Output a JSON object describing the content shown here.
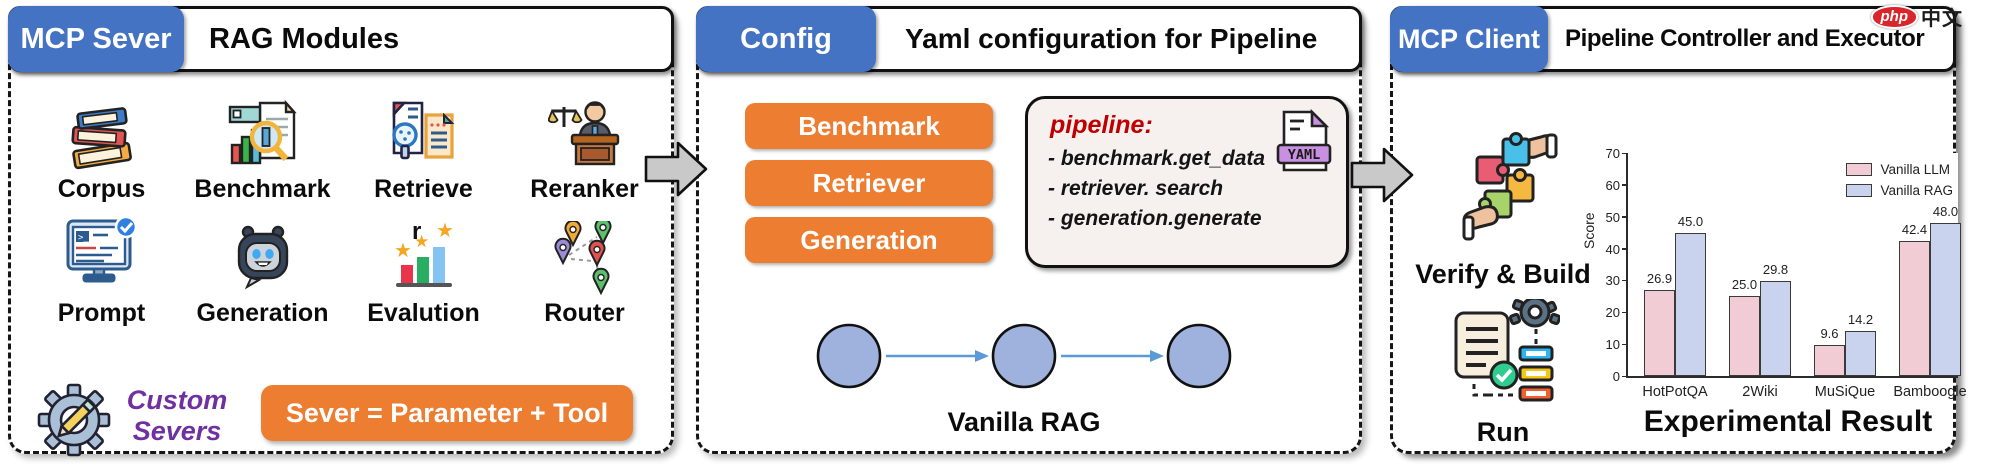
{
  "watermark": {
    "logo_text": "php",
    "cn_text": "中文"
  },
  "colors": {
    "tab_blue": "#4573C4",
    "accent_orange": "#ED7D31",
    "circle_fill": "#9FB1DD",
    "flow_arrow_blue": "#5B9BD5",
    "custom_purple": "#7030A0",
    "pipeline_red": "#C00000"
  },
  "panels": {
    "server": {
      "tab": "MCP Sever",
      "title": "RAG Modules",
      "modules": [
        {
          "label": "Corpus"
        },
        {
          "label": "Benchmark"
        },
        {
          "label": "Retrieve"
        },
        {
          "label": "Reranker"
        },
        {
          "label": "Prompt"
        },
        {
          "label": "Generation"
        },
        {
          "label": "Evalution"
        },
        {
          "label": "Router"
        }
      ],
      "eval_glyph": "r",
      "custom_line1": "Custom",
      "custom_line2": "Severs",
      "formula": "Sever = Parameter + Tool"
    },
    "config": {
      "tab": "Config",
      "title": "Yaml configuration for Pipeline",
      "buttons": [
        {
          "label": "Benchmark"
        },
        {
          "label": "Retriever"
        },
        {
          "label": "Generation"
        }
      ],
      "pipeline": {
        "heading": "pipeline:",
        "lines": [
          "- benchmark.get_data",
          "- retriever. search",
          "- generation.generate"
        ],
        "file_badge": "YAML"
      },
      "caption": "Vanilla RAG"
    },
    "client": {
      "tab": "MCP Client",
      "title": "Pipeline Controller and Executor",
      "verify_label": "Verify & Build",
      "run_label": "Run",
      "chart_caption": "Experimental Result"
    }
  },
  "chart_data": {
    "type": "bar",
    "title": "Experimental Result",
    "ylabel": "Score",
    "xlabel": "",
    "ylim": [
      0,
      70
    ],
    "yticks": [
      0,
      10,
      20,
      30,
      40,
      50,
      60,
      70
    ],
    "categories": [
      "HotPotQA",
      "2Wiki",
      "MuSiQue",
      "Bamboogle"
    ],
    "series": [
      {
        "name": "Vanilla LLM",
        "color": "#F2CCD5",
        "values": [
          26.9,
          25.0,
          9.6,
          42.4
        ]
      },
      {
        "name": "Vanilla RAG",
        "color": "#C9D3EE",
        "values": [
          45.0,
          29.8,
          14.2,
          48.0
        ]
      }
    ],
    "legend_position": "upper right",
    "grid": false,
    "bar_value_labels": true
  }
}
